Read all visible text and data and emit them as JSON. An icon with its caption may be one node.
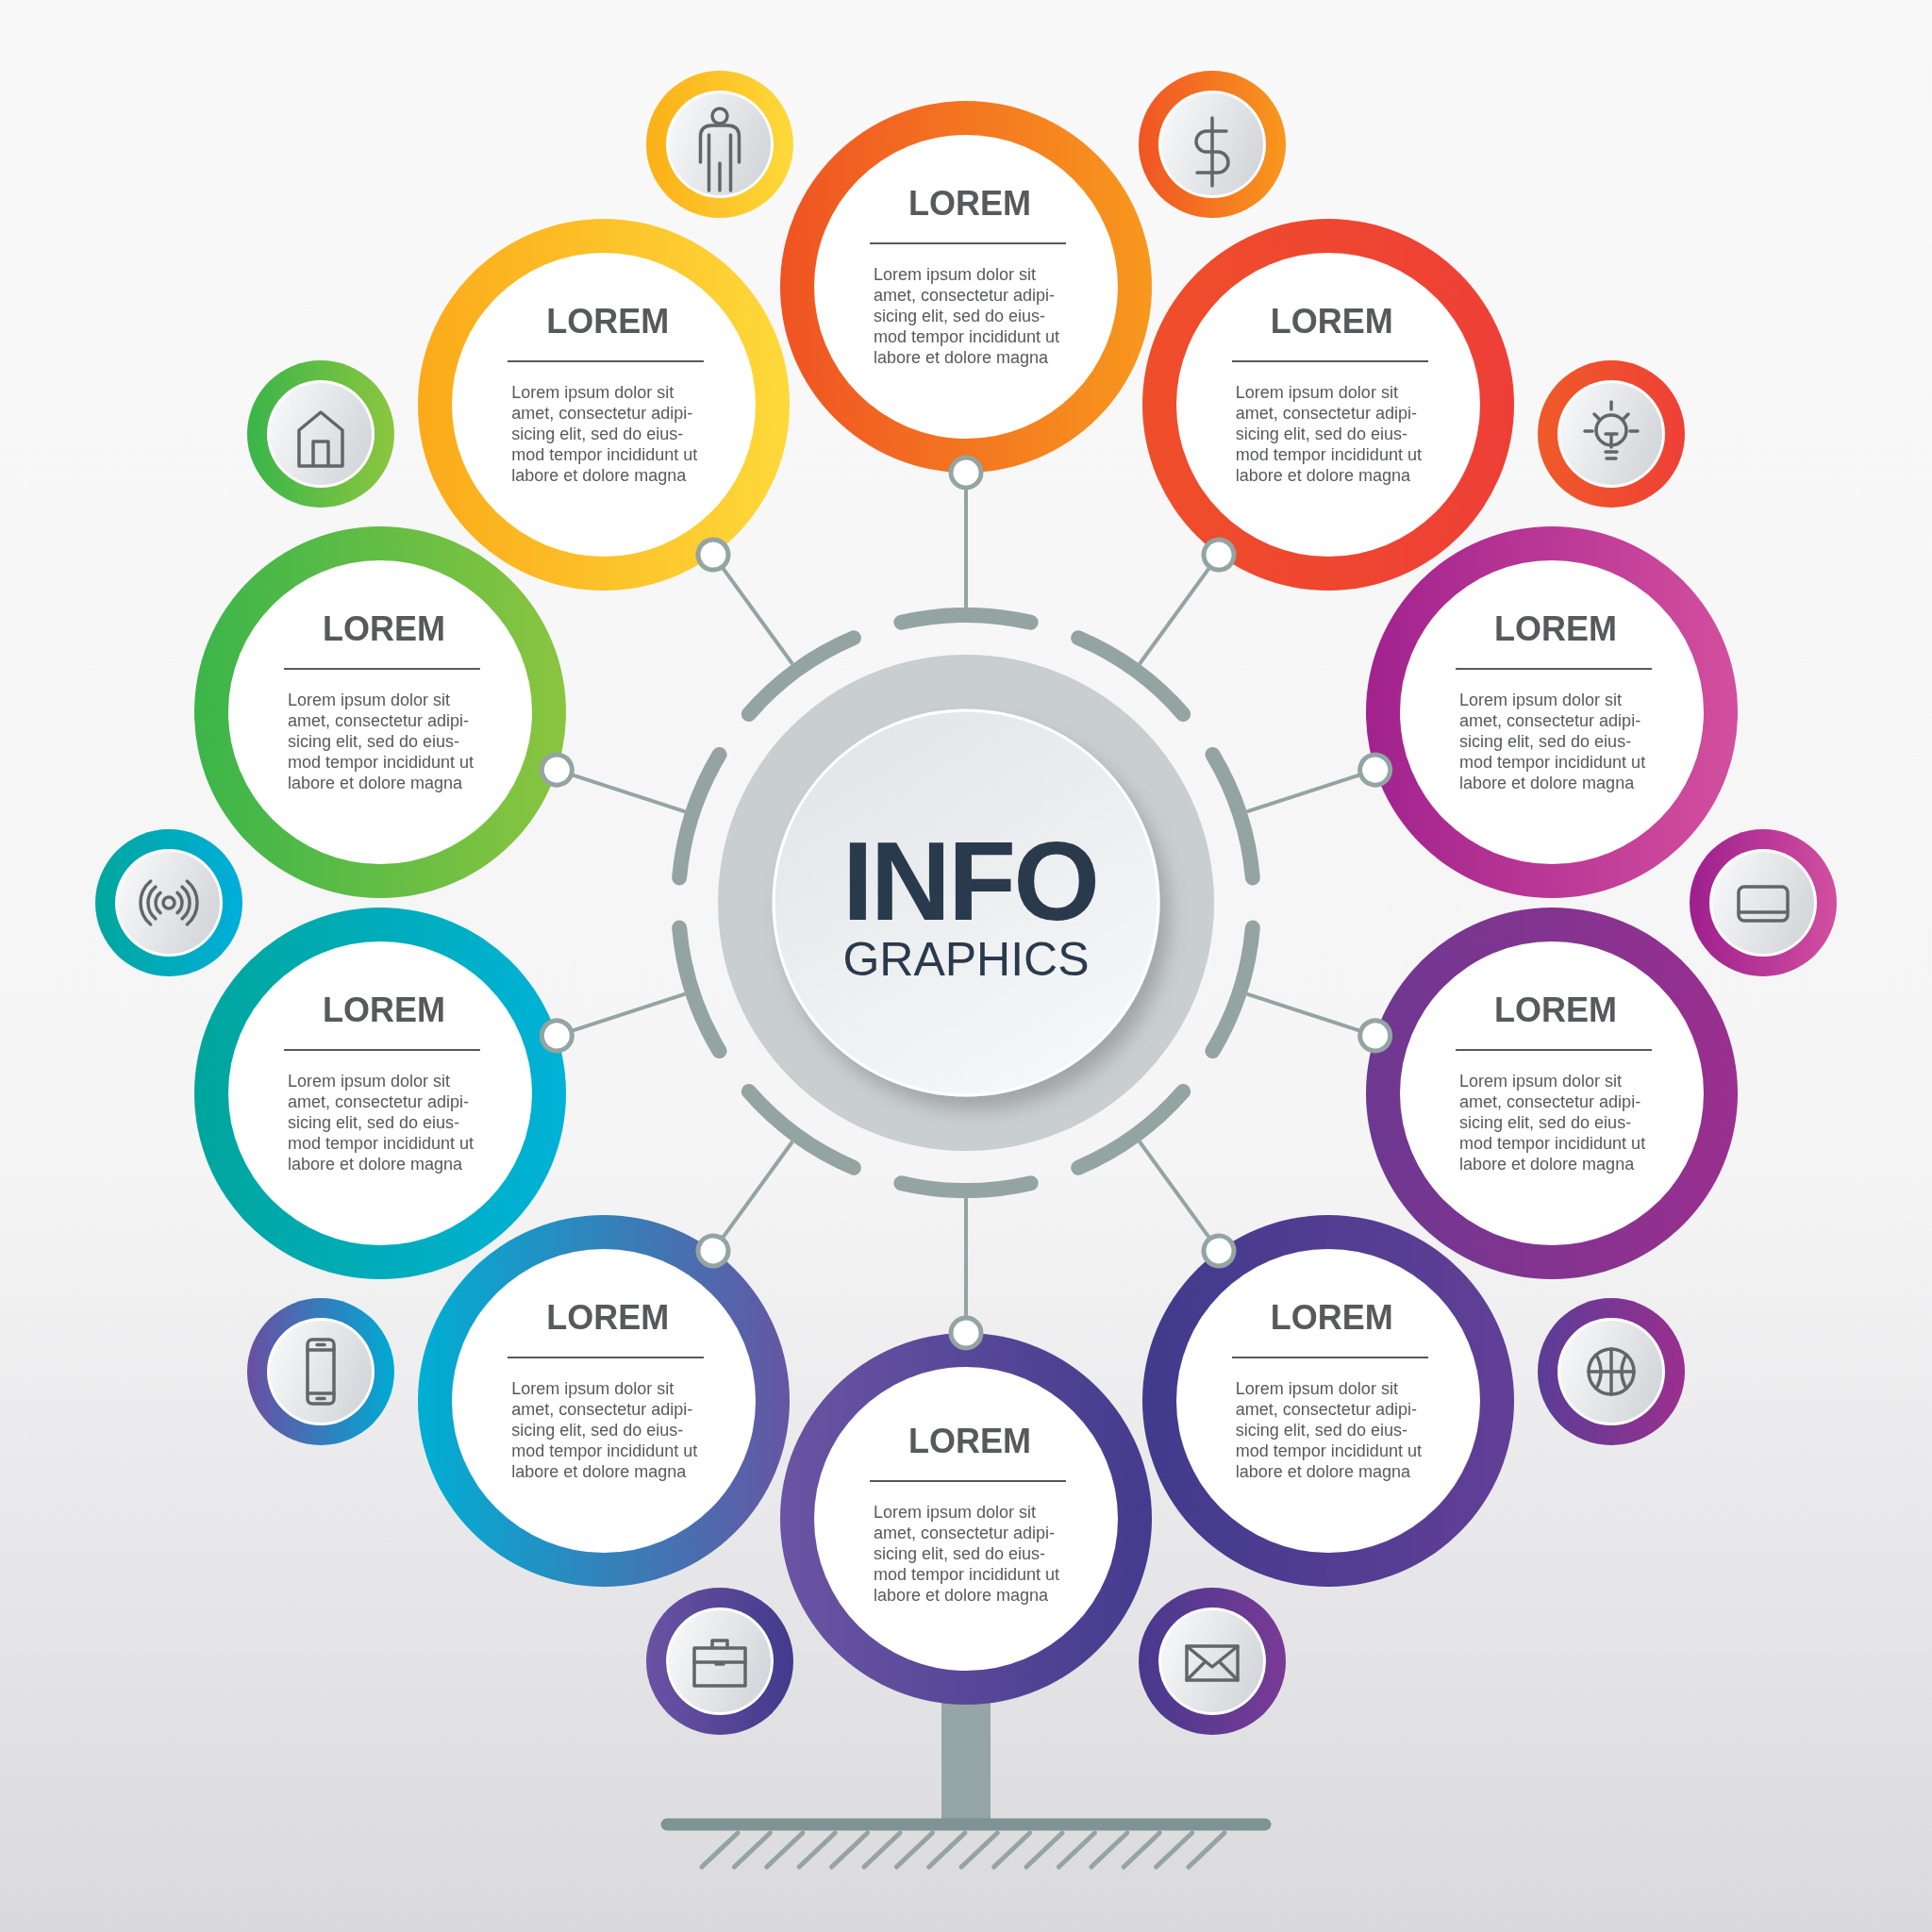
{
  "diagram": {
    "nodes": [
      {
        "text": [
          "INFO",
          "GRAPHICS"
        ]
      },
      {
        "text": [
          "LOREM",
          "Lorem ipsum dolor sit amet, consectetur adipi- sicing elit, sed do eius- mod tempor incididunt ut labore et dolore magna"
        ]
      },
      {
        "text": [
          "LOREM",
          "Lorem ipsum dolor sit amet, consectetur adipi- sicing elit, sed do eius- mod tempor incididunt ut labore et dolore magna"
        ]
      },
      {
        "text": [
          "LOREM",
          "Lorem ipsum dolor sit amet, consectetur adipi- sicing elit, sed do eius- mod tempor incididunt ut labore et dolore magna"
        ]
      },
      {
        "text": [
          "LOREM",
          "Lorem ipsum dolor sit amet, consectetur adipi- sicing elit, sed do eius- mod tempor incididunt ut labore et dolore magna"
        ]
      },
      {
        "text": [
          "LOREM",
          "Lorem ipsum dolor sit amet, consectetur adipi- sicing elit, sed do eius- mod tempor incididunt ut labore et dolore magna"
        ]
      },
      {
        "text": [
          "LOREM",
          "Lorem ipsum dolor sit amet, consectetur adipi- sicing elit, sed do eius- mod tempor incididunt ut labore et dolore magna"
        ]
      },
      {
        "text": [
          "LOREM",
          "Lorem ipsum dolor sit amet, consectetur adipi- sicing elit, sed do eius- mod tempor incididunt ut labore et dolore magna"
        ]
      },
      {
        "text": [
          "LOREM",
          "Lorem ipsum dolor sit amet, consectetur adipi- sicing elit, sed do eius- mod tempor incididunt ut labore et dolore magna"
        ]
      },
      {
        "text": [
          "LOREM",
          "Lorem ipsum dolor sit amet, consectetur adipi- sicing elit, sed do eius- mod tempor incididunt ut labore et dolore magna"
        ]
      },
      {
        "text": [
          "LOREM",
          "Lorem ipsum dolor sit amet, consectetur adipi- sicing elit, sed do eius- mod tempor incididunt ut labore et dolore magna"
        ]
      }
    ],
    "edges": [
      {
        "from": 0,
        "to": 1,
        "arrow": "other"
      },
      {
        "from": 0,
        "to": 2,
        "arrow": "other"
      },
      {
        "from": 0,
        "to": 3,
        "arrow": "other"
      },
      {
        "from": 0,
        "to": 4,
        "arrow": "other"
      },
      {
        "from": 0,
        "to": 5,
        "arrow": "other"
      },
      {
        "from": 0,
        "to": 6,
        "arrow": "other"
      },
      {
        "from": 0,
        "to": 7,
        "arrow": "other"
      },
      {
        "from": 0,
        "to": 8,
        "arrow": "other"
      },
      {
        "from": 0,
        "to": 9,
        "arrow": "other"
      },
      {
        "from": 0,
        "to": 10,
        "arrow": "other"
      }
    ]
  }
}
